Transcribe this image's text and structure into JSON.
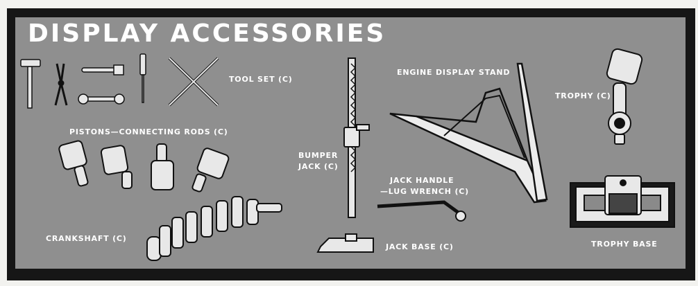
{
  "title": "DISPLAY ACCESSORIES",
  "labels": {
    "tool_set": "TOOL SET (C)",
    "pistons": "PISTONS—CONNECTING RODS (C)",
    "crankshaft": "CRANKSHAFT (C)",
    "bumper_jack_line1": "BUMPER",
    "bumper_jack_line2": "JACK (C)",
    "engine_stand": "ENGINE DISPLAY STAND",
    "jack_handle_line1": "JACK HANDLE",
    "jack_handle_line2": "—LUG WRENCH (C)",
    "jack_base": "JACK BASE (C)",
    "trophy": "TROPHY (C)",
    "trophy_base": "TROPHY BASE"
  },
  "colors": {
    "frame": "#161616",
    "panel": "#8f8f8f",
    "text": "#ffffff"
  }
}
